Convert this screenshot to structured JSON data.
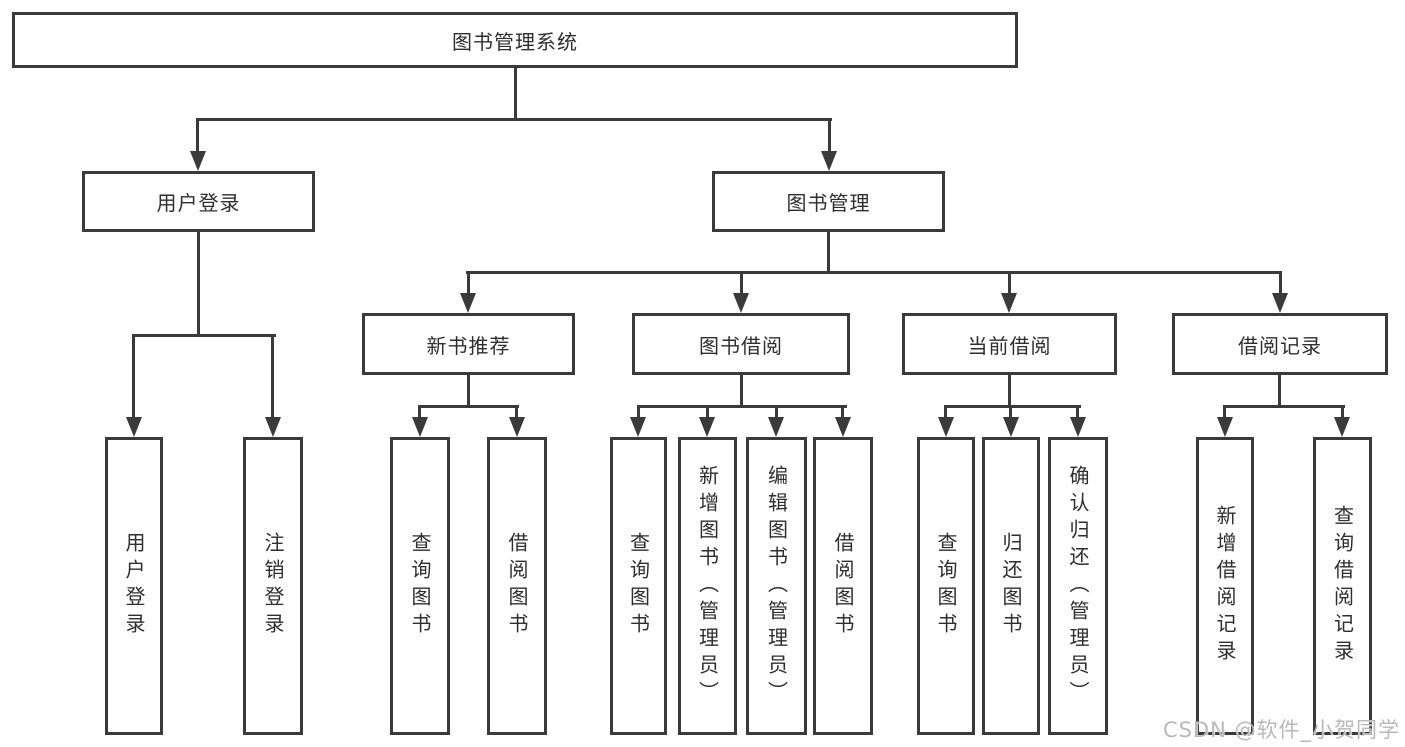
{
  "tree": {
    "root": {
      "label": "图书管理系统",
      "children": [
        {
          "label": "用户登录",
          "children": [
            {
              "label": "用户登录"
            },
            {
              "label": "注销登录"
            }
          ]
        },
        {
          "label": "图书管理",
          "children": [
            {
              "label": "新书推荐",
              "children": [
                {
                  "label": "查询图书"
                },
                {
                  "label": "借阅图书"
                }
              ]
            },
            {
              "label": "图书借阅",
              "children": [
                {
                  "label": "查询图书"
                },
                {
                  "label": "新增图书（管理员）"
                },
                {
                  "label": "编辑图书（管理员）"
                },
                {
                  "label": "借阅图书"
                }
              ]
            },
            {
              "label": "当前借阅",
              "children": [
                {
                  "label": "查询图书"
                },
                {
                  "label": "归还图书"
                },
                {
                  "label": "确认归还（管理员）"
                }
              ]
            },
            {
              "label": "借阅记录",
              "children": [
                {
                  "label": "新增借阅记录"
                },
                {
                  "label": "查询借阅记录"
                }
              ]
            }
          ]
        }
      ]
    }
  },
  "watermark": "CSDN @软件_小贺同学",
  "colors": {
    "line": "#3a3a3a",
    "text": "#2e2e2e",
    "watermark": "#b9b9b9",
    "background": "#ffffff"
  }
}
